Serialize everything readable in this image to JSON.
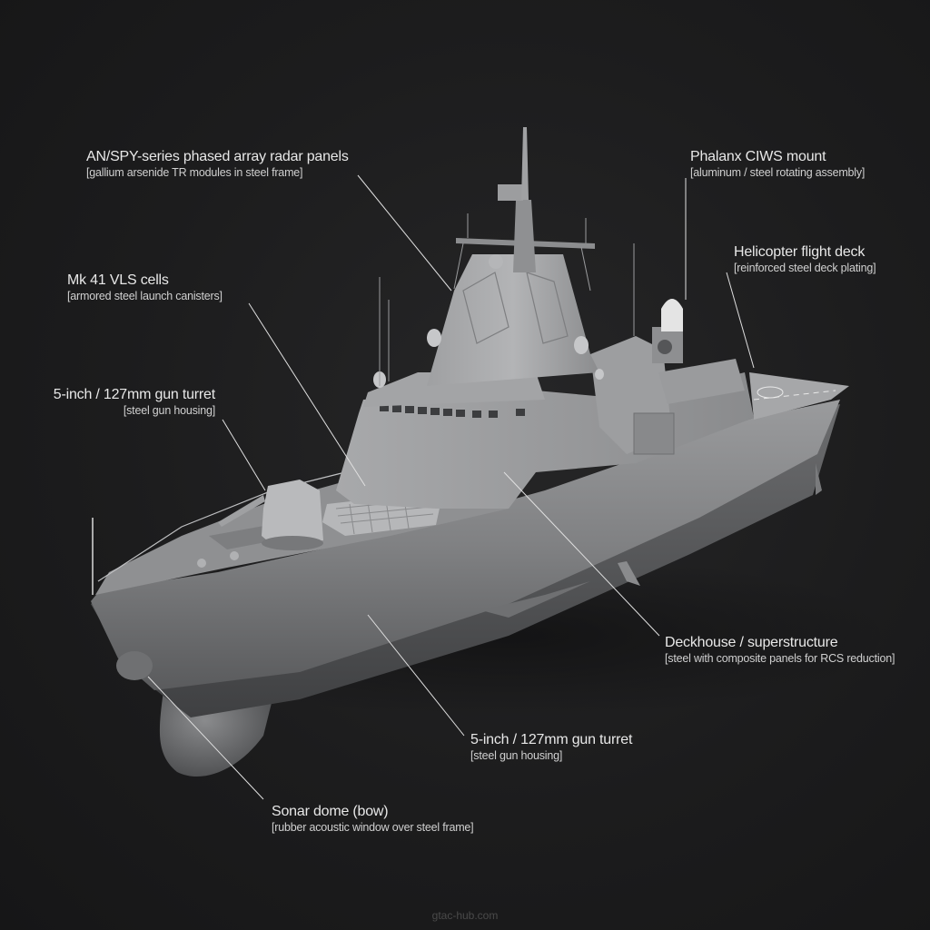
{
  "diagram": {
    "subject": "Naval frigate 3D model with component callouts",
    "colors": {
      "background": "#1b1b1c",
      "hull": "#8e8f91",
      "label_text": "#e8e8e8",
      "leader_line": "#e0e0e0"
    },
    "callouts": [
      {
        "id": "radar",
        "title": "AN/SPY-series phased array radar panels",
        "material": "[gallium arsenide TR modules in steel frame]"
      },
      {
        "id": "ciws",
        "title": "Phalanx CIWS mount",
        "material": "[aluminum / steel rotating assembly]"
      },
      {
        "id": "helideck",
        "title": "Helicopter flight deck",
        "material": "[reinforced steel deck plating]"
      },
      {
        "id": "vls",
        "title": "Mk 41 VLS cells",
        "material": "[armored steel launch canisters]"
      },
      {
        "id": "gun-upper",
        "title": "5-inch / 127mm gun turret",
        "material": "[steel gun housing]"
      },
      {
        "id": "deckhouse",
        "title": "Deckhouse / superstructure",
        "material": "[steel with composite panels for RCS reduction]"
      },
      {
        "id": "gun-lower",
        "title": "5-inch / 127mm gun turret",
        "material": "[steel gun housing]"
      },
      {
        "id": "sonar",
        "title": "Sonar dome (bow)",
        "material": "[rubber acoustic window over steel frame]"
      }
    ],
    "watermark": "gtac-hub.com"
  }
}
